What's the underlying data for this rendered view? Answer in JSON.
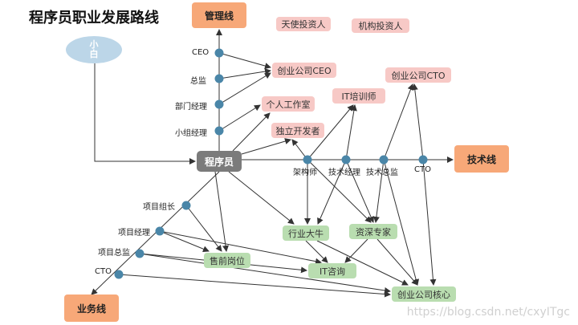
{
  "title": "程序员职业发展路线",
  "start_node": {
    "line1": "小",
    "line2": "白"
  },
  "center_node": "程序员",
  "tracks": {
    "management": "管理线",
    "technical": "技术线",
    "business": "业务线"
  },
  "management_levels": [
    "CEO",
    "总监",
    "部门经理",
    "小组经理"
  ],
  "technical_levels": [
    "架构师",
    "技术经理",
    "技术总监",
    "CTO"
  ],
  "business_levels": [
    "项目组长",
    "项目经理",
    "项目总监",
    "CTO"
  ],
  "pink_nodes": {
    "angel_investor": "天使投资人",
    "institutional_investor": "机构投资人",
    "startup_ceo": "创业公司CEO",
    "startup_cto": "创业公司CTO",
    "personal_studio": "个人工作室",
    "it_trainer": "IT培训师",
    "indie_developer": "独立开发者"
  },
  "green_nodes": {
    "industry_expert": "行业大牛",
    "senior_expert": "资深专家",
    "presales": "售前岗位",
    "it_consulting": "IT咨询",
    "startup_core": "创业公司核心"
  },
  "watermark": "https://blog.csdn.net/cxyITgc",
  "colors": {
    "line": "#333333",
    "node_dot": "#4a86a8",
    "pink": "#f7c9c6",
    "green": "#b9ddb0",
    "orange": "#f7a878",
    "center": "#7b7b7b"
  }
}
